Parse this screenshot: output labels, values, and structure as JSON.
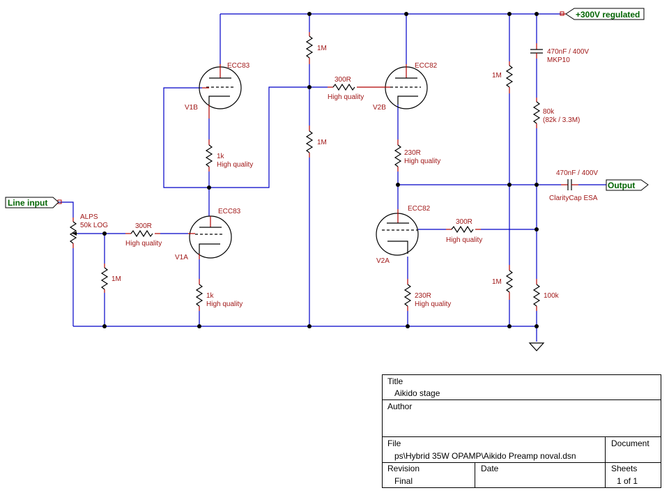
{
  "nets": {
    "supply": "+300V regulated",
    "input": "Line input",
    "output": "Output"
  },
  "tubes": {
    "v1b": {
      "ref": "V1B",
      "type": "ECC83"
    },
    "v1a": {
      "ref": "V1A",
      "type": "ECC83"
    },
    "v2b": {
      "ref": "V2B",
      "type": "ECC82"
    },
    "v2a": {
      "ref": "V2A",
      "type": "ECC82"
    }
  },
  "resistors": {
    "r_in_grid_stop": {
      "value": "300R",
      "note": "High quality"
    },
    "r_in_leak": {
      "value": "1M"
    },
    "r_v1a_cathode": {
      "value": "1k",
      "note": "High quality"
    },
    "r_v1b_cathode": {
      "value": "1k",
      "note": "High quality"
    },
    "r_div_top": {
      "value": "1M"
    },
    "r_div_bot": {
      "value": "1M"
    },
    "r_v2b_grid_stop": {
      "value": "300R",
      "note": "High quality"
    },
    "r_v2b_cathode": {
      "value": "230R",
      "note": "High quality"
    },
    "r_v2a_cathode": {
      "value": "230R",
      "note": "High quality"
    },
    "r_v2a_grid_stop": {
      "value": "300R",
      "note": "High quality"
    },
    "r_right_top": {
      "value": "1M"
    },
    "r_right_bot": {
      "value": "1M"
    },
    "r_filter": {
      "value": "80k",
      "note": "(82k / 3.3M)"
    },
    "r_bias": {
      "value": "100k"
    }
  },
  "capacitors": {
    "c_supply": {
      "value": "470nF / 400V",
      "note": "MKP10"
    },
    "c_output": {
      "value": "470nF / 400V",
      "note": "ClarityCap ESA"
    }
  },
  "potentiometer": {
    "name": "ALPS",
    "value": "50k LOG"
  },
  "title_block": {
    "title_label": "Title",
    "title_value": "Aikido stage",
    "author_label": "Author",
    "author_value": "",
    "file_label": "File",
    "file_value": "ps\\Hybrid 35W OPAMP\\Aikido Preamp noval.dsn",
    "document_label": "Document",
    "document_value": "",
    "revision_label": "Revision",
    "revision_value": "Final",
    "date_label": "Date",
    "date_value": "",
    "sheets_label": "Sheets",
    "sheets_value": "1 of 1"
  },
  "colors": {
    "wire": "#0000c8",
    "component_lead": "#b00000",
    "label_text": "#a01818",
    "net_label": "#006400",
    "background": "#ffffff"
  }
}
